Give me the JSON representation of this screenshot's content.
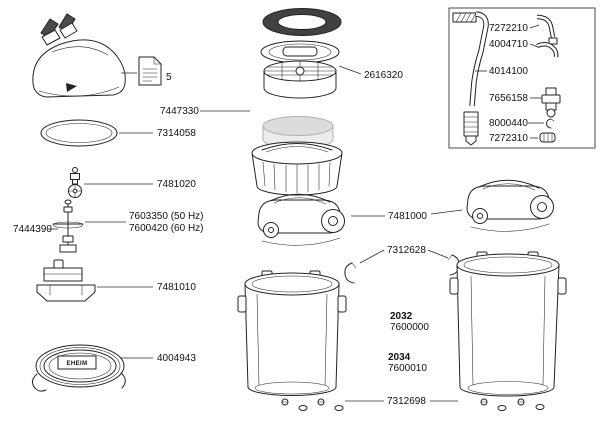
{
  "page": {
    "background": "#ffffff",
    "line_color": "#232323"
  },
  "callouts": {
    "manual_quantity": "5",
    "sealing_ring": "7314058",
    "impeller": "7481020",
    "motor_50hz": "7603350 (50 Hz)",
    "motor_60hz": "7600420 (60 Hz)",
    "shaft_assembly": "7444390",
    "pump_cover": "7481010",
    "hose": "4004943",
    "hose_brand": "EHEIM",
    "filter_media": "2616320",
    "filter_basket": "7447330",
    "lid_handle": "7481000",
    "clip": "7312628",
    "model_left": "2032",
    "model_left_part": "7600000",
    "model_right": "2034",
    "model_right_part": "7600010",
    "base_feet": "7312698"
  },
  "accessory_box": {
    "items": [
      "7272210",
      "4004710",
      "4014100",
      "7656158",
      "8000440",
      "7272310"
    ]
  }
}
